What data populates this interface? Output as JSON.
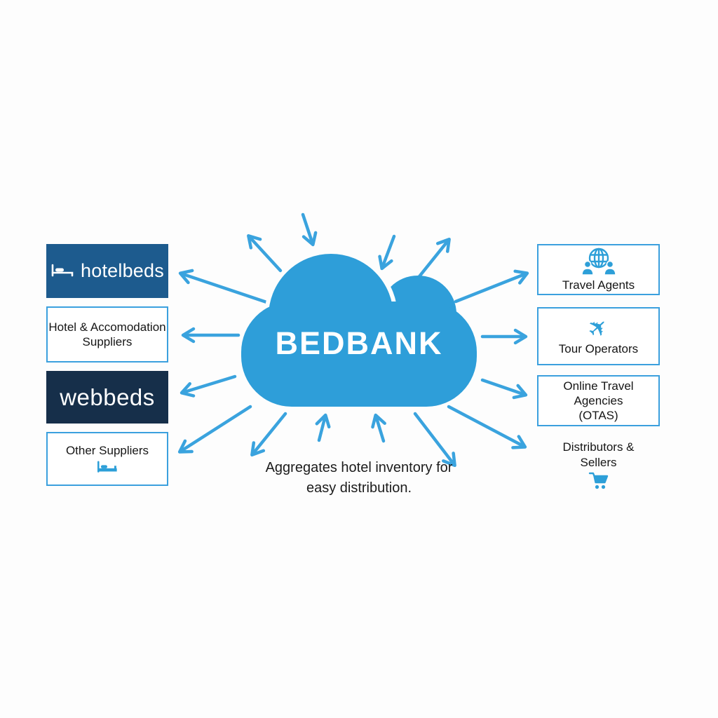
{
  "center": {
    "label": "BEDBANK"
  },
  "caption": {
    "line1": "Aggregates hotel inventory for",
    "line2": "easy distribution."
  },
  "left_column": {
    "hotelbeds": {
      "label": "hotelbeds",
      "icon": "bed-icon"
    },
    "hotel_suppliers": {
      "line1": "Hotel & Accomodation",
      "line2": "Suppliers"
    },
    "webbeds": {
      "label": "webbeds"
    },
    "other_suppliers": {
      "label": "Other Suppliers",
      "icon": "bed-icon"
    }
  },
  "right_column": {
    "travel_agents": {
      "label": "Travel Agents",
      "icon": "globe-users-icon"
    },
    "tour_operators": {
      "label": "Tour Operators",
      "icon": "plane-icon"
    },
    "otas": {
      "line1": "Online Travel",
      "line2": "Agencies",
      "line3": "(OTAS)"
    },
    "distributors": {
      "line1": "Distributors &",
      "line2": "Sellers",
      "icon": "cart-icon"
    }
  },
  "icons": {
    "plane_glyph": "✈"
  },
  "colors": {
    "cloud": "#2e9ed9",
    "arrow": "#3aa3de",
    "hotelbeds_bg": "#1d5b8e",
    "webbeds_bg": "#162f4a",
    "box_border": "#3ba0de",
    "icon_blue": "#2d9fd8",
    "text": "#1c1c1c",
    "background": "#fdfdfd"
  }
}
